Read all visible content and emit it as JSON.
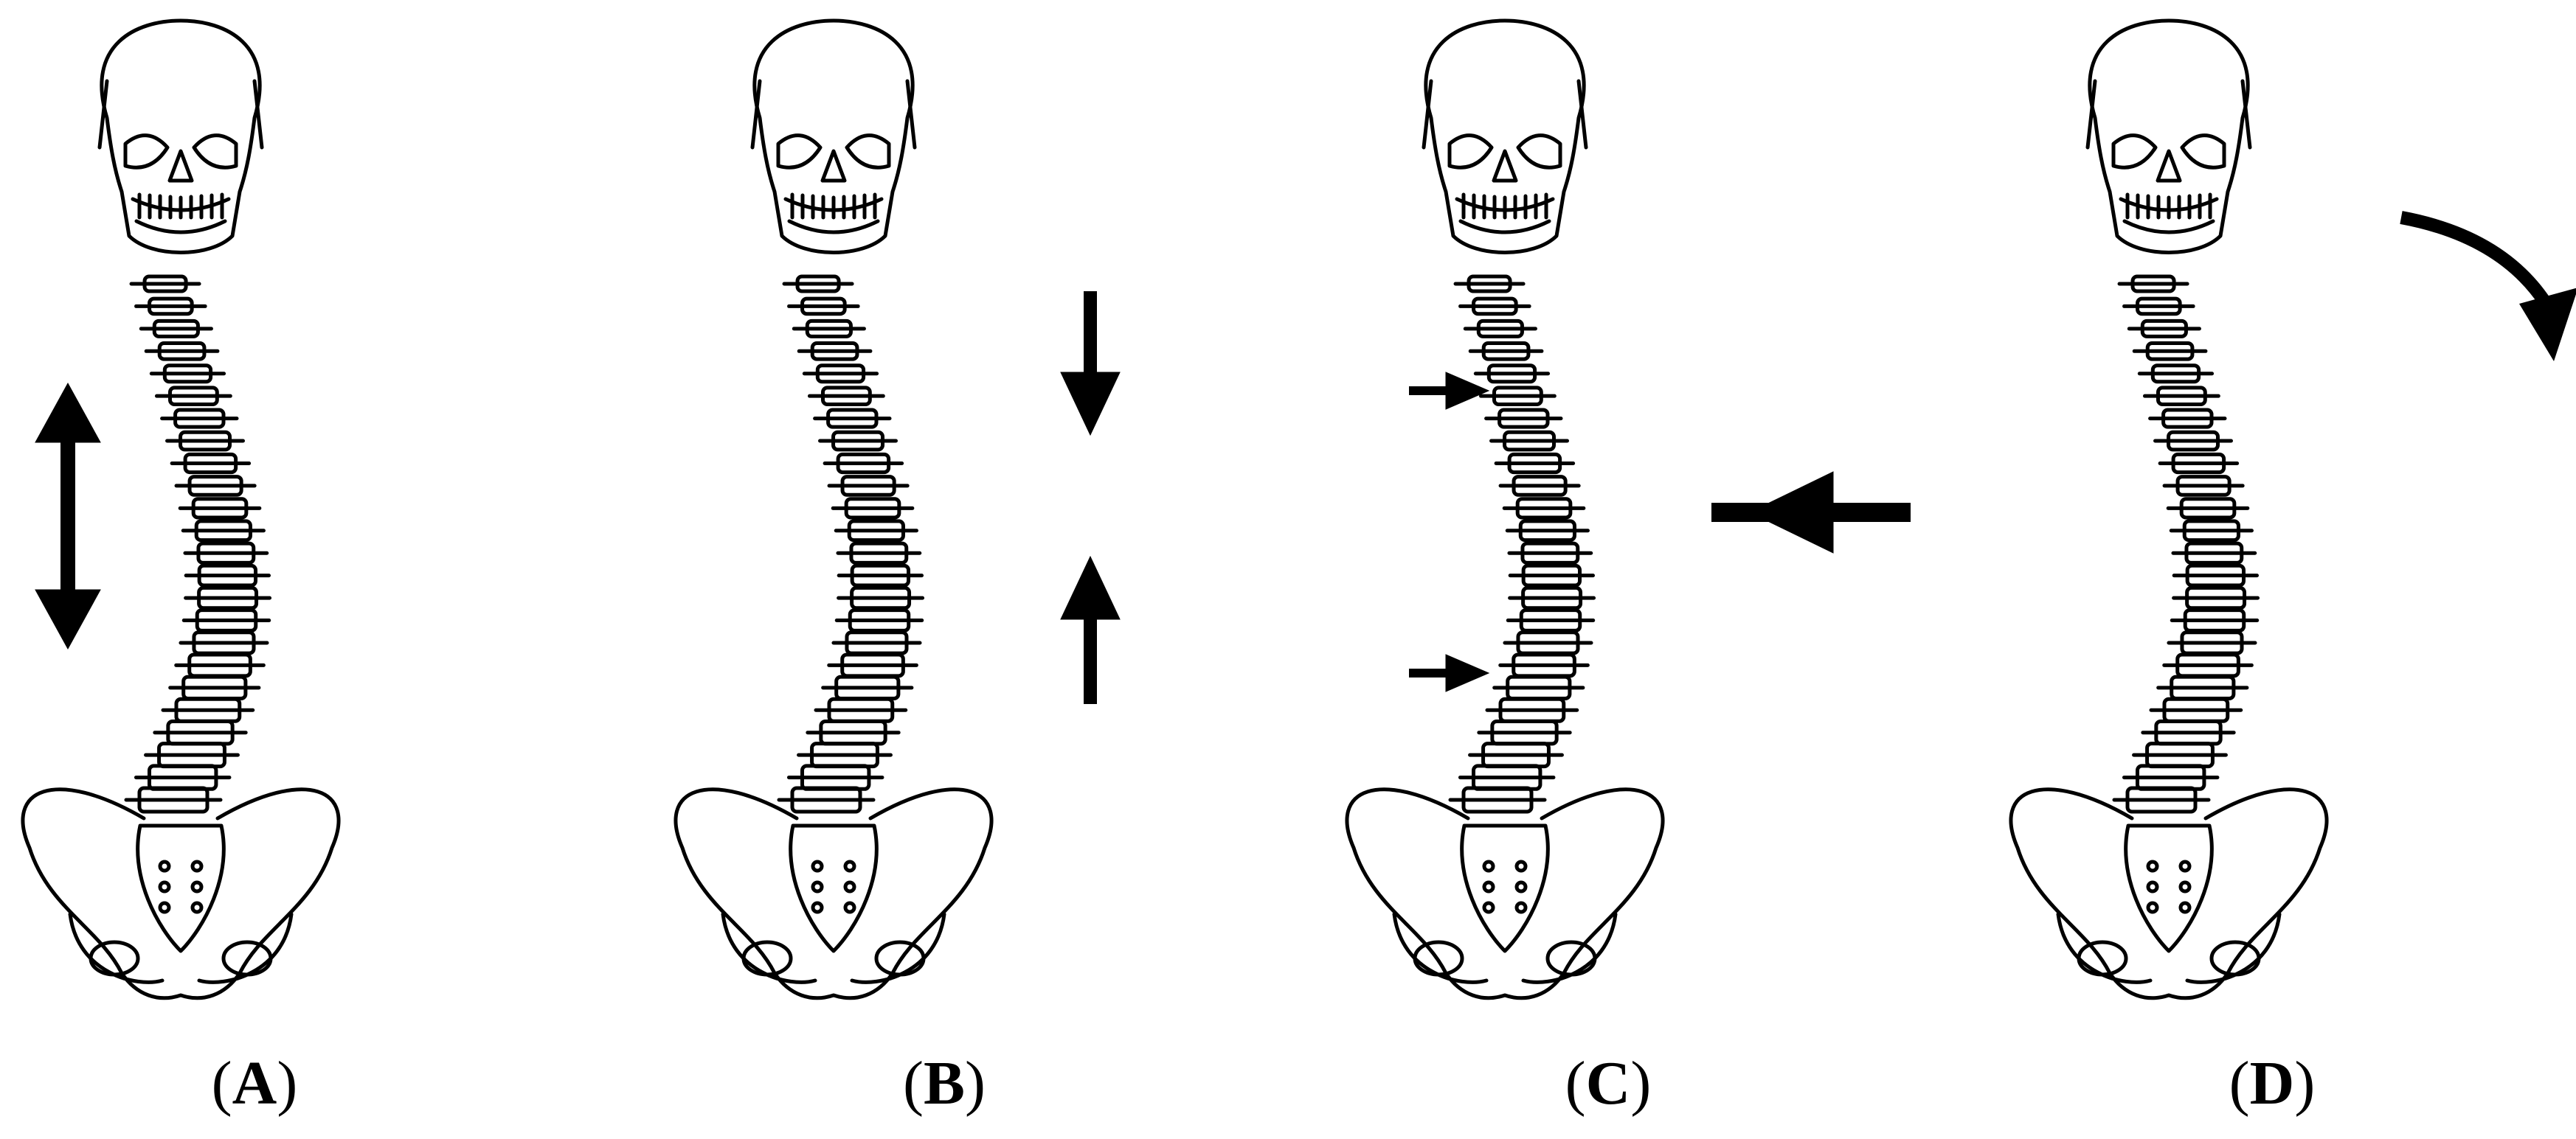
{
  "panels": [
    {
      "id": "A",
      "label_open": "(",
      "label_letter": "A",
      "label_close": ")",
      "force": "distraction"
    },
    {
      "id": "B",
      "label_open": "(",
      "label_letter": "B",
      "label_close": ")",
      "force": "compression"
    },
    {
      "id": "C",
      "label_open": "(",
      "label_letter": "C",
      "label_close": ")",
      "force": "three-point-lateral"
    },
    {
      "id": "D",
      "label_open": "(",
      "label_letter": "D",
      "label_close": ")",
      "force": "rotation"
    }
  ],
  "colors": {
    "ink": "#000000",
    "background": "#ffffff"
  },
  "icons": [
    "skull-icon",
    "spine-icon",
    "pelvis-icon",
    "arrow-icon"
  ]
}
